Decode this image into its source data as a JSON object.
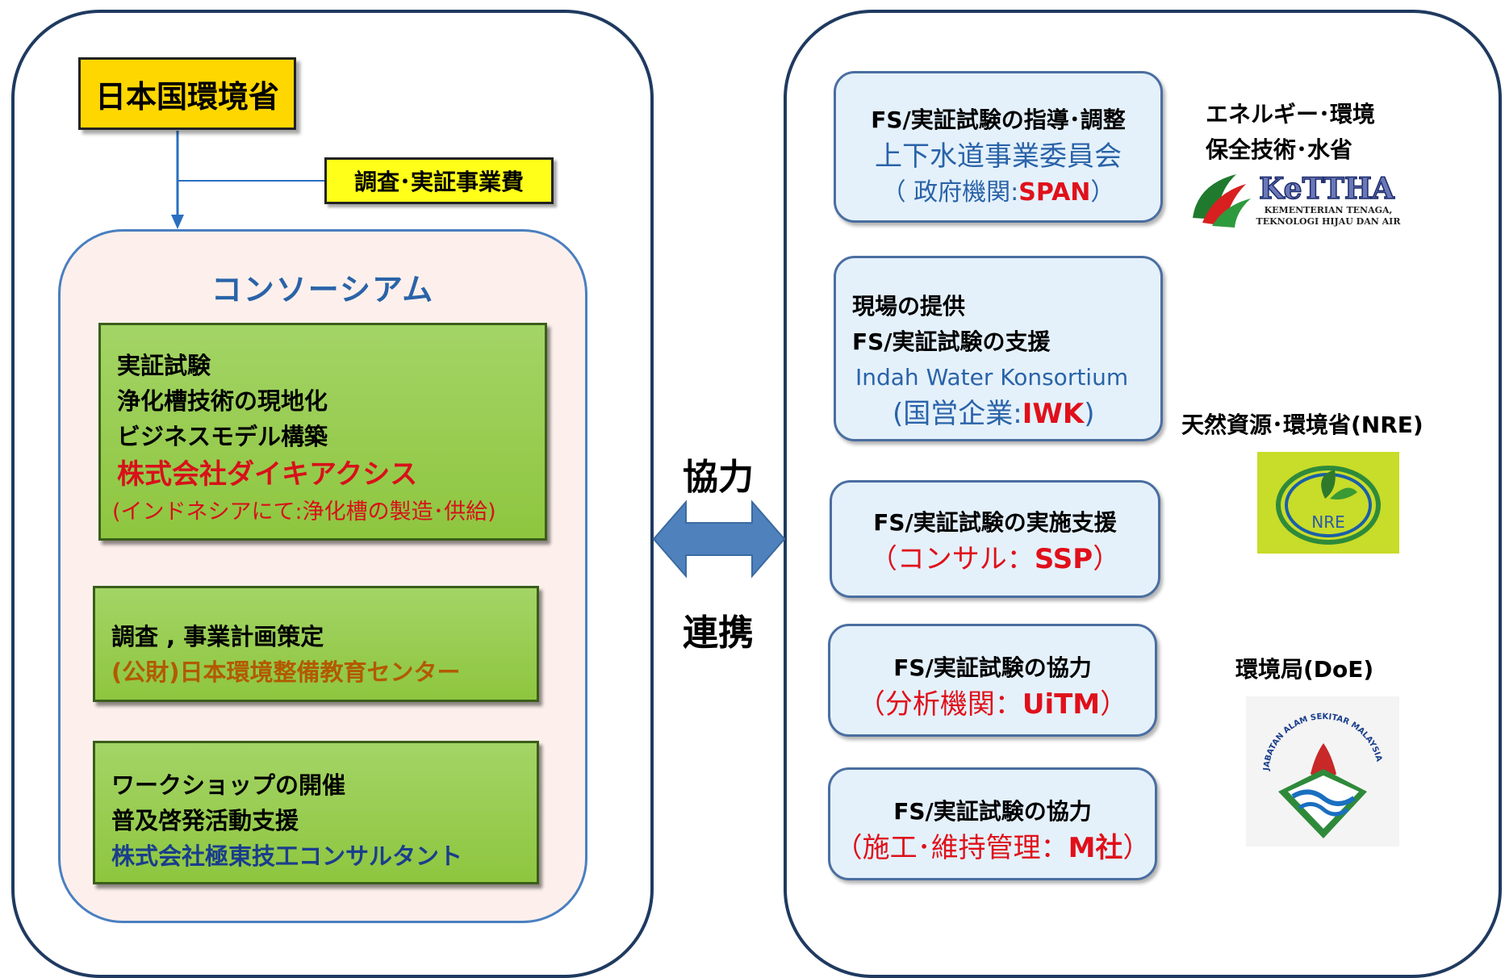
{
  "left": {
    "ministry": "日本国環境省",
    "funding": "調査･実証事業費",
    "consortium_title": "コンソーシアム",
    "boxes": [
      {
        "lines": [
          "実証試験",
          "浄化槽技術の現地化",
          "ビジネスモデル構築"
        ],
        "org": "株式会社ダイキアクシス",
        "note": "(インドネシアにて:浄化槽の製造･供給)"
      },
      {
        "lines": [
          "調査 , 事業計画策定"
        ],
        "org": "(公財)日本環境整備教育センター"
      },
      {
        "lines": [
          "ワークショップの開催",
          "普及啓発活動支援"
        ],
        "org": "株式会社極東技工コンサルタント"
      }
    ]
  },
  "center": {
    "top_label": "協力",
    "bottom_label": "連携"
  },
  "right": {
    "boxes": [
      {
        "role": "FS/実証試験の指導･調整",
        "org": "上下水道事業委員会",
        "paren_open": "（ 政府機関:",
        "abbr": "SPAN",
        "paren_close": "）"
      },
      {
        "role1": "現場の提供",
        "role2": "FS/実証試験の支援",
        "org": "Indah Water Konsortium",
        "paren_open": "(国営企業:",
        "abbr": "IWK",
        "paren_close": ")"
      },
      {
        "role": "FS/実証試験の実施支援",
        "paren_open": "（コンサル：",
        "abbr": "SSP",
        "paren_close": "）"
      },
      {
        "role": "FS/実証試験の協力",
        "paren_open": "（分析機関：",
        "abbr": "UiTM",
        "paren_close": "）"
      },
      {
        "role": "FS/実証試験の協力",
        "paren_open": "（施工･維持管理：",
        "abbr": "M社",
        "paren_close": "）"
      }
    ],
    "ministries": {
      "ketha_line1": "エネルギー･環境",
      "ketha_line2": "保全技術･水省",
      "ketha_logo_main": "KeTTHA",
      "ketha_logo_sub1": "KEMENTERIAN TENAGA,",
      "ketha_logo_sub2": "TEKNOLOGI HIJAU DAN AIR",
      "nre": "天然資源･環境省(NRE)",
      "nre_logo_text": "NRE",
      "doe": "環境局(DoE)",
      "doe_logo_text": "JABATAN ALAM SEKITAR MALAYSIA"
    }
  },
  "colors": {
    "ministry_fill": "#ffd700",
    "funding_fill": "#ffff1a",
    "green_box": "#8ec63f",
    "blue_box": "#e4f1fb",
    "red_text": "#e0101a",
    "arrow": "#4f81bd"
  }
}
